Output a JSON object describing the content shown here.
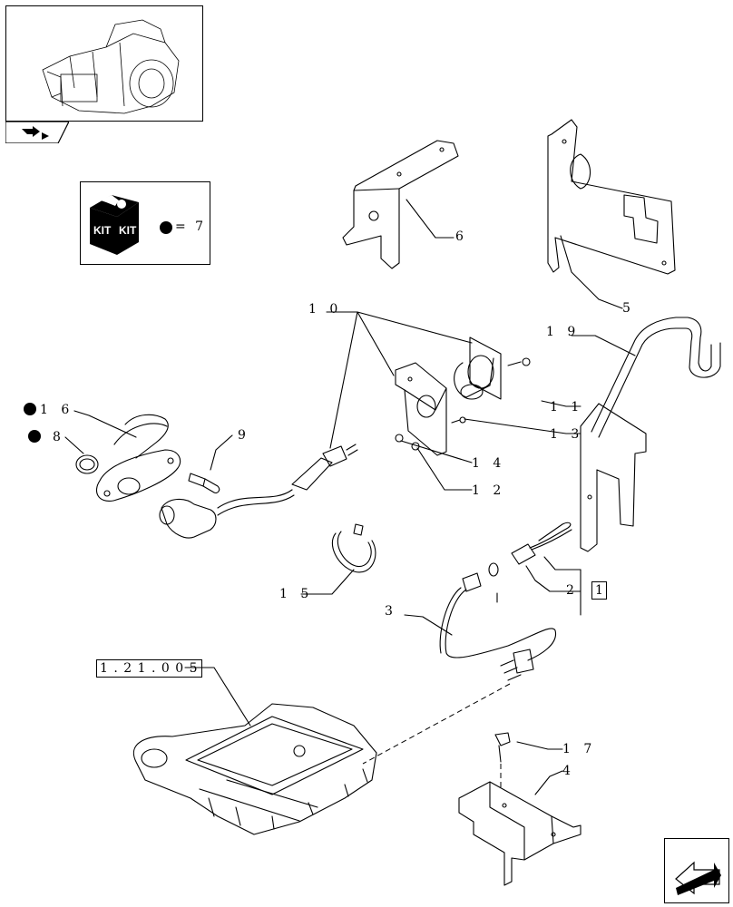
{
  "kit": {
    "text_left": "KIT",
    "text_right": "KIT",
    "quantity": "= 7"
  },
  "callouts": {
    "c6": "6",
    "c5": "5",
    "c10": "1 0",
    "c19": "1 9",
    "c11": "1 1",
    "c13": "1 3",
    "c14": "1 4",
    "c12": "1 2",
    "c9": "9",
    "c16": "1 6",
    "c8": "8",
    "c15": "1 5",
    "c2": "2",
    "c1": "1",
    "c3": "3",
    "c17": "1 7",
    "c4": "4",
    "ref": "1 . 2 1 . 0  0 5"
  },
  "icons": {
    "thumbnail": "tractor-transmission-housing-thumbnail",
    "thumb_nav": "page-navigation-icon",
    "kit": "kit-box-icon",
    "next": "next-page-arrow-icon",
    "kit_marker": "black-dot-marker"
  }
}
